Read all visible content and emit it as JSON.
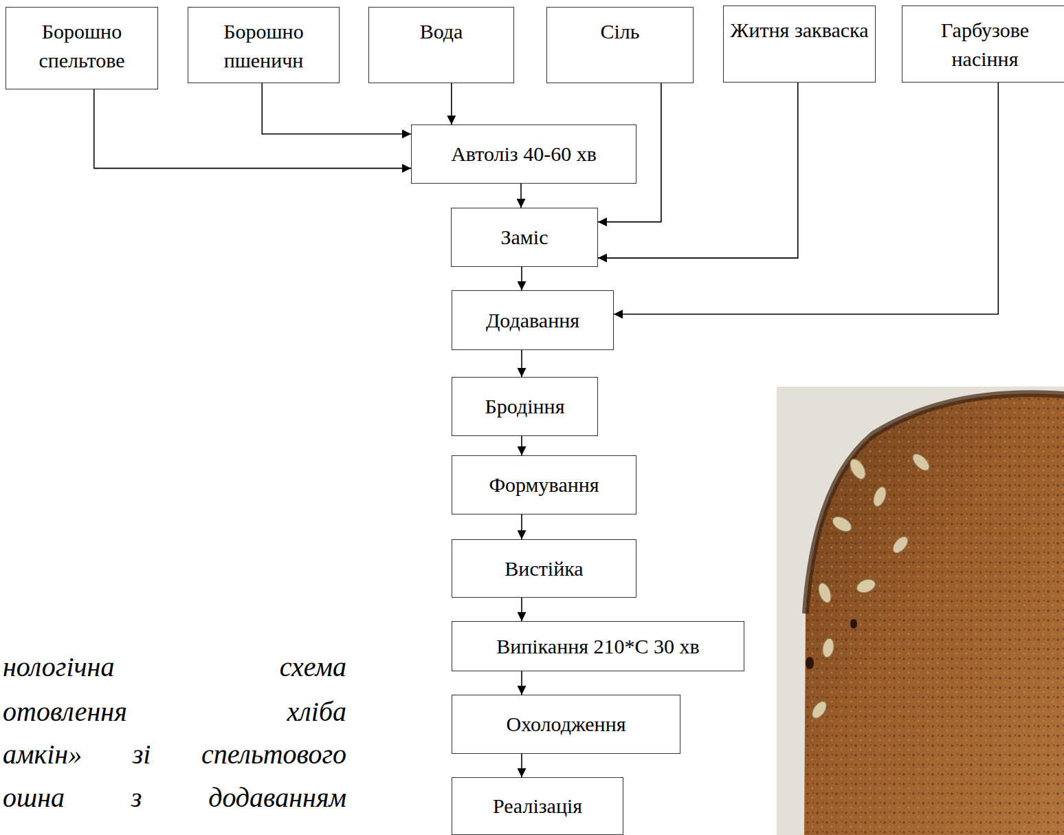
{
  "diagram": {
    "nodes": [
      {
        "text": [
          "Борошно спельтове"
        ]
      },
      {
        "text": [
          "Борошно пшеничн"
        ]
      },
      {
        "text": [
          "Вода"
        ]
      },
      {
        "text": [
          "Сіль"
        ]
      },
      {
        "text": [
          "Житня закваска"
        ]
      },
      {
        "text": [
          "Гарбузове насіння"
        ]
      },
      {
        "text": [
          "Автоліз 40-60 хв"
        ]
      },
      {
        "text": [
          "Заміс"
        ]
      },
      {
        "text": [
          "Додавання"
        ]
      },
      {
        "text": [
          "Бродіння"
        ]
      },
      {
        "text": [
          "Формування"
        ]
      },
      {
        "text": [
          "Вистійка"
        ]
      },
      {
        "text": [
          "Випікання 210*С 30 хв"
        ]
      },
      {
        "text": [
          "Охолодження"
        ]
      },
      {
        "text": [
          "Реалізація"
        ]
      }
    ],
    "edges": [
      {
        "from": 0,
        "to": 6,
        "arrow": "to"
      },
      {
        "from": 1,
        "to": 6,
        "arrow": "to"
      },
      {
        "from": 2,
        "to": 6,
        "arrow": "to"
      },
      {
        "from": 3,
        "to": 7,
        "arrow": "to"
      },
      {
        "from": 4,
        "to": 7,
        "arrow": "to"
      },
      {
        "from": 5,
        "to": 8,
        "arrow": "to"
      },
      {
        "from": 6,
        "to": 7,
        "arrow": "to"
      },
      {
        "from": 7,
        "to": 8,
        "arrow": "to"
      },
      {
        "from": 8,
        "to": 9,
        "arrow": "to"
      },
      {
        "from": 9,
        "to": 10,
        "arrow": "to"
      },
      {
        "from": 10,
        "to": 11,
        "arrow": "to"
      },
      {
        "from": 11,
        "to": 12,
        "arrow": "to"
      },
      {
        "from": 12,
        "to": 13,
        "arrow": "to"
      },
      {
        "from": 13,
        "to": 14,
        "arrow": "to"
      }
    ],
    "labels": [
      "нологічна схема",
      "отовлення хліба",
      "амкін» зі спельтового",
      "ошна з додаванням"
    ]
  }
}
